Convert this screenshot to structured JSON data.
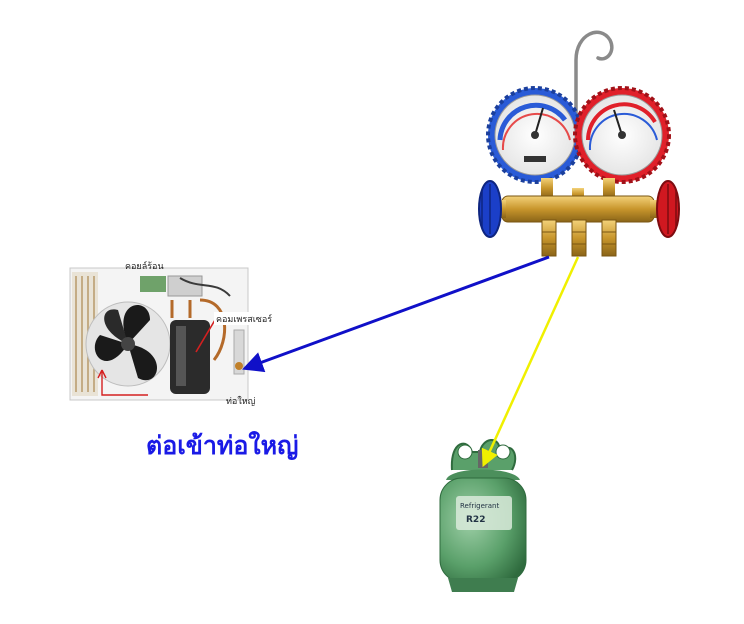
{
  "caption": "ต่อเข้าท่อใหญ่",
  "condenser_unit": {
    "top_label": "คอยล์ร้อน",
    "compressor_label": "คอมเพรสเซอร์",
    "pipe_label": "ท่อใหญ่"
  },
  "refrigerant_tank": {
    "brand_text": "Refrigerant",
    "product_text": "R22"
  },
  "colors": {
    "blue_hose": "#1010c8",
    "yellow_hose": "#f0f000",
    "low_side_gauge": "#2a5bd7",
    "high_side_gauge": "#e0202a",
    "manifold_brass": "#d4a437",
    "tank_green": "#5aa06a",
    "caption": "#1a1ae6"
  }
}
